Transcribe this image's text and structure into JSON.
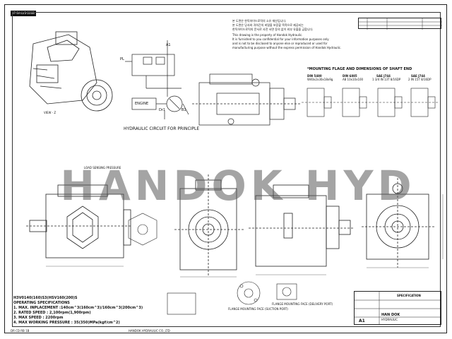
{
  "stamp": "YF-SA-LVS-200B",
  "watermark": "HANDOK HYD",
  "notice": [
    "본 도면은 한독하이드로릭의 소유 재산입니다.",
    "본 도면은 당사와 귀하간의 비밀을 보증할 목적으로 제공되는",
    "한독하이드로릭의 문서로 사전 서면 동의 없이 외부 유출을 금합니다.",
    "This drawing is the property of Handok Hydraulic.",
    "It is furnished to you confidential for your information purposes only",
    "and is not to be disclosed to anyone else or reproduced or used for",
    "manufacturing purpose without the express permission of Handok Hydraulic."
  ],
  "hydraulic_title": "HYDRAULIC CIRCUIT FOR PRINCIPLE",
  "circuit_labels": {
    "a1": "A1",
    "pl": "PL",
    "engine": "ENGINE",
    "dr1": "Dr1",
    "b1": "B1"
  },
  "mounting_title": "*MOUNTING FLAGE AND DIMENSIONS OF SHAFT END",
  "mounting_cols": [
    {
      "code": "DIN 5480",
      "sub": "W40x2x30x18x9g"
    },
    {
      "code": "DIN 6885",
      "sub": "A8 10x10x100"
    },
    {
      "code": "SAE J744",
      "sub": "1 3/4 IN 13T 8/16DP"
    },
    {
      "code": "SAE J744",
      "sub": "2 IN 15T 8/16DP"
    }
  ],
  "view_label": "VIEW - Z",
  "load_sensing_label": "LOAD SENSING PRESSURE",
  "model": "H3V0140(160)S3(HSV160(200)S",
  "spec_heading": "OPERATING SPECIFICATIONS",
  "specs": [
    "1. MAX. INPLACEMENT :140cm^3(160cm^3)/160cm^3(200cm^3)",
    "2. RATED SPEED : 2,100rpm(1,900rpm)",
    "3. MAX SPEED : 2200rpm",
    "4. MAX WORKING PRESSURE : 35(350)MPa(kgf/cm^2)"
  ],
  "flange_labels": [
    "FLANGE MOUNTING FACE (SUCTION PORT)",
    "FLANGE MOUNTING FACE (DELIVERY PORT)"
  ],
  "titleblock": {
    "company_line1": "HAN DOK",
    "company_line2": "HYDRAULIC",
    "doc_type": "SPECIFICATION",
    "sheet": "A1"
  },
  "footer_left": "DR  CD  RB  1B",
  "footer_center": "HANDOK HYDRAULIC CO.,LTD"
}
